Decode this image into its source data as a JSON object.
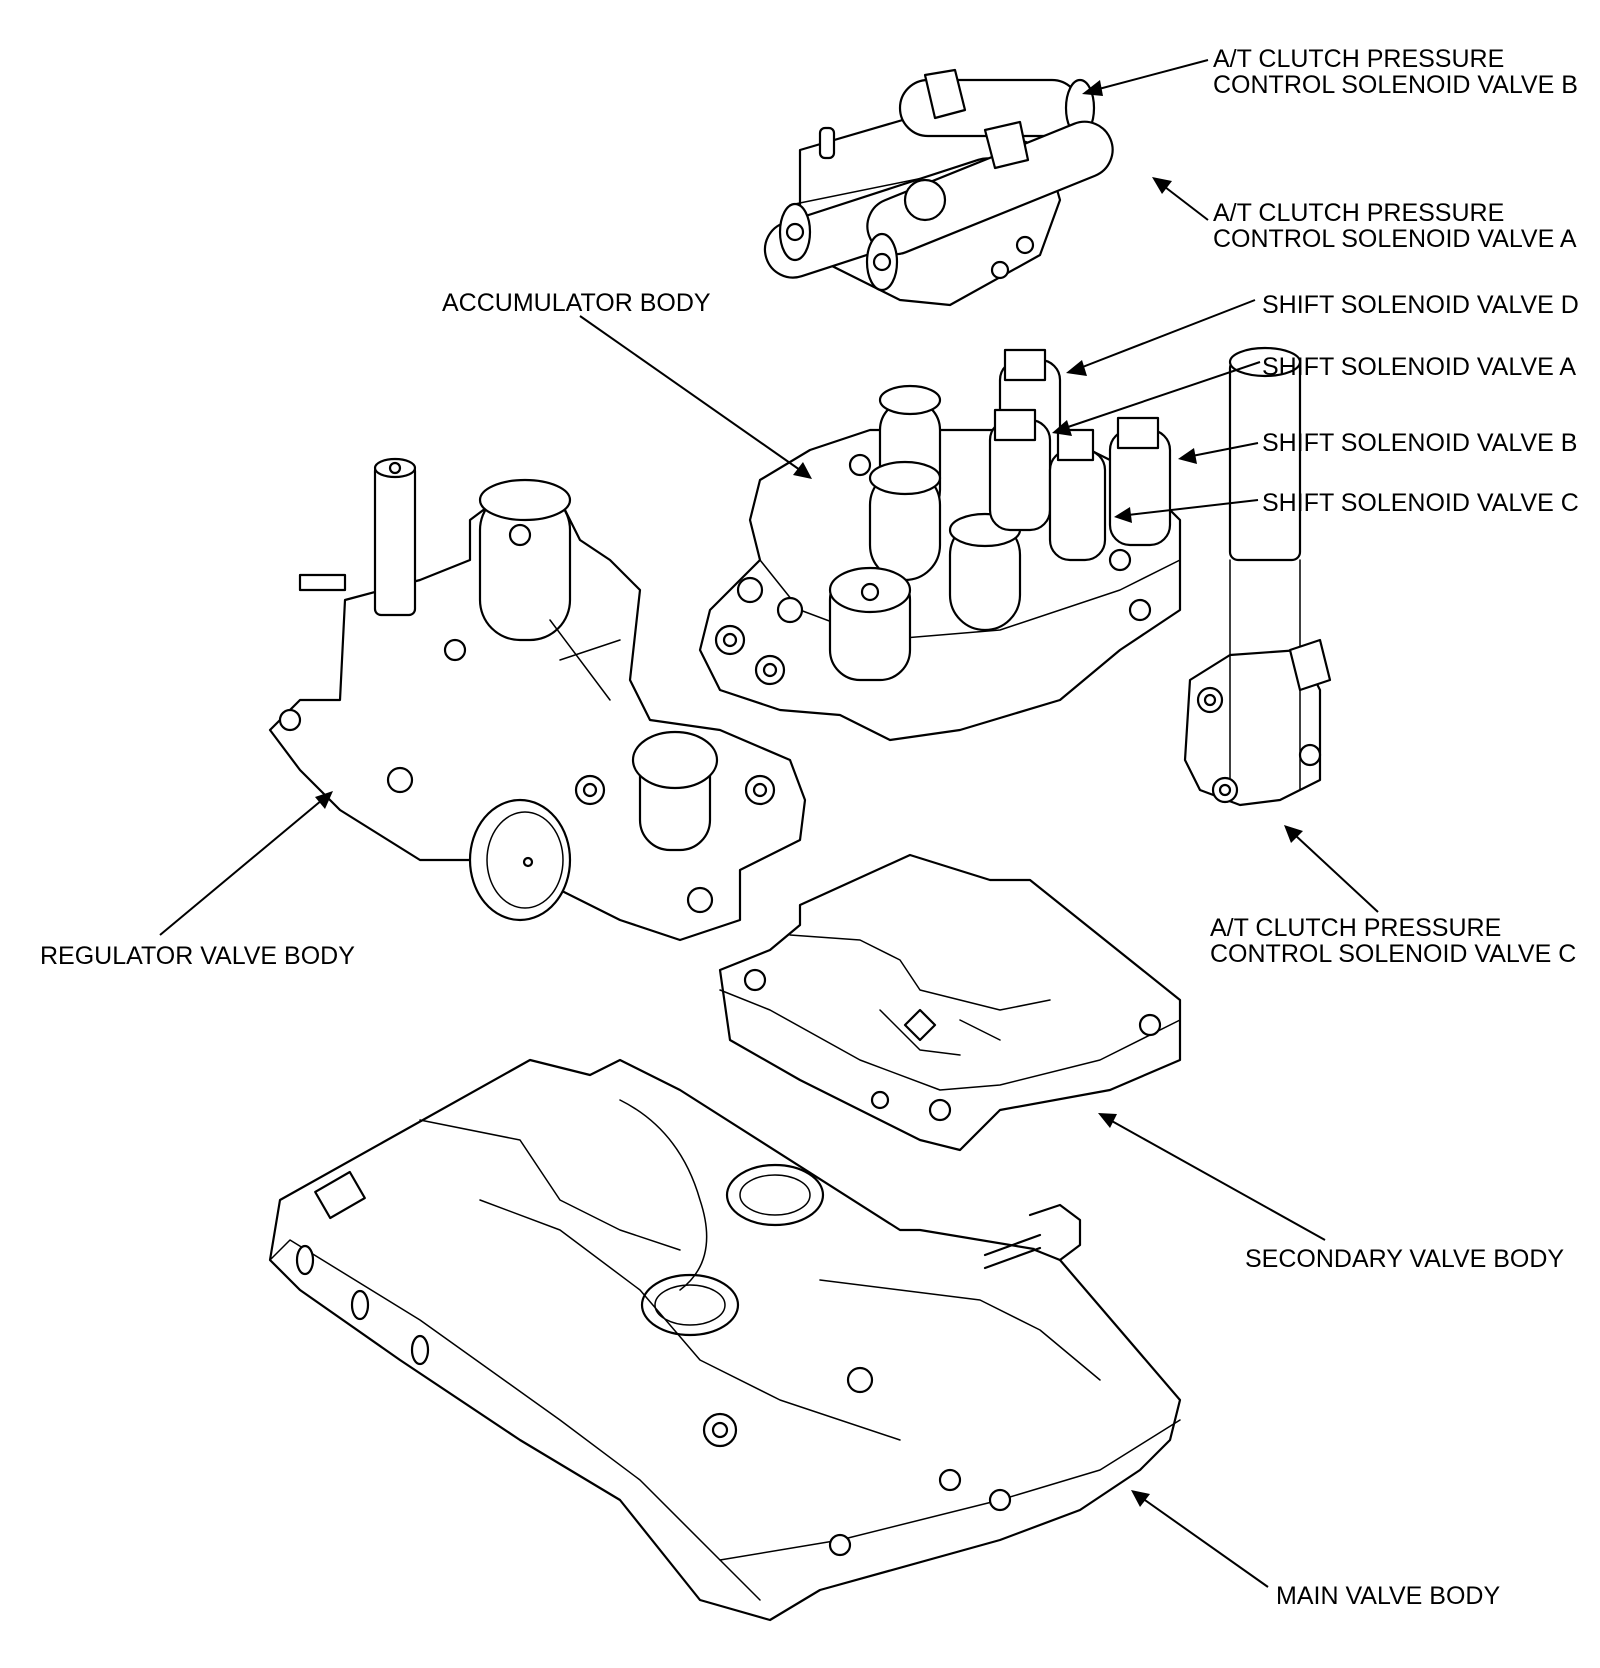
{
  "labels": {
    "at_clutch_b_line1": "A/T CLUTCH PRESSURE",
    "at_clutch_b_line2": "CONTROL SOLENOID VALVE B",
    "at_clutch_a_line1": "A/T CLUTCH PRESSURE",
    "at_clutch_a_line2": "CONTROL SOLENOID VALVE A",
    "accumulator_body": "ACCUMULATOR BODY",
    "shift_d": "SHIFT SOLENOID VALVE D",
    "shift_a": "SHIFT SOLENOID VALVE A",
    "shift_b": "SHIFT SOLENOID VALVE B",
    "shift_c": "SHIFT SOLENOID VALVE C",
    "at_clutch_c_line1": "A/T CLUTCH PRESSURE",
    "at_clutch_c_line2": "CONTROL SOLENOID VALVE C",
    "regulator_valve_body": "REGULATOR VALVE BODY",
    "secondary_valve_body": "SECONDARY VALVE BODY",
    "main_valve_body": "MAIN VALVE BODY"
  }
}
